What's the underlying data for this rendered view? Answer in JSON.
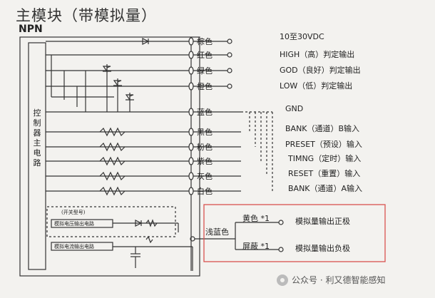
{
  "title": "主模块（带模拟量）",
  "subtitle": "NPN",
  "control_circuit": "控制器主电路",
  "wires": [
    {
      "color_name": "棕色",
      "function": "10至30VDC"
    },
    {
      "color_name": "红色",
      "function": "HIGH（高）判定输出"
    },
    {
      "color_name": "绿色",
      "function": "GOD（良好）判定输出"
    },
    {
      "color_name": "橙色",
      "function": "LOW（低）判定输出"
    },
    {
      "color_name": "蓝色",
      "function": "GND"
    },
    {
      "color_name": "黑色",
      "function": "BANK（通道）B输入"
    },
    {
      "color_name": "粉色",
      "function": "PRESET（预设）输入"
    },
    {
      "color_name": "紫色",
      "function": "TIMNG（定时）输入"
    },
    {
      "color_name": "灰色",
      "function": "RESET（重置）输入"
    },
    {
      "color_name": "白色",
      "function": "BANK（通道）A输入"
    }
  ],
  "analog": {
    "common": "浅蓝色",
    "outputs": [
      {
        "color_name": "黄色 *1",
        "function": "模拟量输出正极"
      },
      {
        "color_name": "屏蔽 *1",
        "function": "模拟量输出负极"
      }
    ],
    "box_voltage": "(开关型号)",
    "box_a": "模拟电压输出电路",
    "box_b": "模拟电流输出电路"
  },
  "highlight_color": "#d9534f",
  "watermark": "公众号 · 利又德智能感知"
}
